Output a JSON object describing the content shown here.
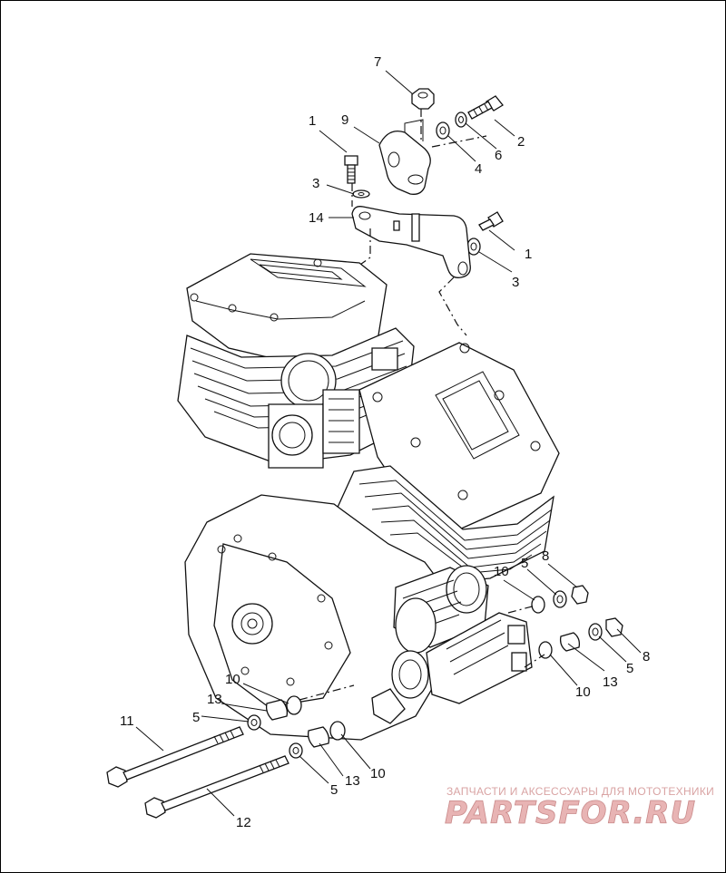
{
  "callouts": [
    {
      "id": "c7",
      "label": "7"
    },
    {
      "id": "c9",
      "label": "9"
    },
    {
      "id": "c1a",
      "label": "1"
    },
    {
      "id": "c3a",
      "label": "3"
    },
    {
      "id": "c14",
      "label": "14"
    },
    {
      "id": "c2",
      "label": "2"
    },
    {
      "id": "c6",
      "label": "6"
    },
    {
      "id": "c4",
      "label": "4"
    },
    {
      "id": "c1b",
      "label": "1"
    },
    {
      "id": "c3b",
      "label": "3"
    },
    {
      "id": "c5a",
      "label": "5"
    },
    {
      "id": "c8a",
      "label": "8"
    },
    {
      "id": "c10a",
      "label": "10"
    },
    {
      "id": "c8b",
      "label": "8"
    },
    {
      "id": "c5b",
      "label": "5"
    },
    {
      "id": "c13a",
      "label": "13"
    },
    {
      "id": "c10b",
      "label": "10"
    },
    {
      "id": "c10c",
      "label": "10"
    },
    {
      "id": "c13b",
      "label": "13"
    },
    {
      "id": "c5c",
      "label": "5"
    },
    {
      "id": "c11",
      "label": "11"
    },
    {
      "id": "c10d",
      "label": "10"
    },
    {
      "id": "c13c",
      "label": "13"
    },
    {
      "id": "c5d",
      "label": "5"
    },
    {
      "id": "c12",
      "label": "12"
    }
  ],
  "watermark": {
    "tagline": "ЗАПЧАСТИ И АКСЕССУАРЫ ДЛЯ МОТОТЕХНИКИ",
    "logo_text": "PARTSFOR.RU",
    "color": "#d9a3a3"
  }
}
